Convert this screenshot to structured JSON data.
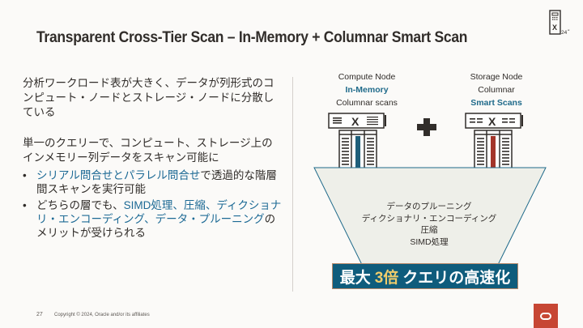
{
  "slide": {
    "title": "Transparent Cross-Tier Scan – In-Memory + Columnar Smart Scan",
    "badge": {
      "icon": "exadata-x24-icon",
      "text": "X",
      "sub": "24ai"
    }
  },
  "left": {
    "para1": "分析ワークロード表が大きく、データが列形式のコンピュート・ノードとストレージ・ノードに分散している",
    "para2": "単一のクエリーで、コンピュート、ストレージ上のインメモリー列データをスキャン可能に",
    "bullets": [
      {
        "hl1": "シリアル問合せとパラレル問合せ",
        "rest": "で透過的な階層間スキャンを実行可能"
      },
      {
        "pre": "どちらの層でも、",
        "hl1": "SIMD処理",
        "sep1": "、",
        "hl2": "圧縮",
        "sep2": "、",
        "hl3": "ディクショナリ・エンコーディング",
        "sep3": "、",
        "hl4": "データ・プルーニング",
        "rest": "のメリットが受けられる"
      }
    ]
  },
  "diagram": {
    "compute": {
      "line1": "Compute Node",
      "line2": "In-Memory",
      "line3": "Columnar scans",
      "arrow_color": "#1f5f7a"
    },
    "storage": {
      "line1": "Storage Node",
      "line2": "Columnar",
      "line3": "Smart Scans",
      "arrow_color": "#a3352a"
    },
    "plus": "+",
    "funnel_items": [
      "データのプルーニング",
      "ディクショナリ・エンコーディング",
      "圧縮",
      "SIMD処理"
    ],
    "result": {
      "pre": "最大",
      "accent": "3倍",
      "post": "クエリの高速化"
    }
  },
  "footer": {
    "page": "27",
    "copyright": "Copyright © 2024, Oracle and/or its affiliates"
  },
  "colors": {
    "highlight": "#1d6a95",
    "banner": "#0f5c7c",
    "banner_accent": "#f0cc6b",
    "oracle_red": "#c74634"
  }
}
